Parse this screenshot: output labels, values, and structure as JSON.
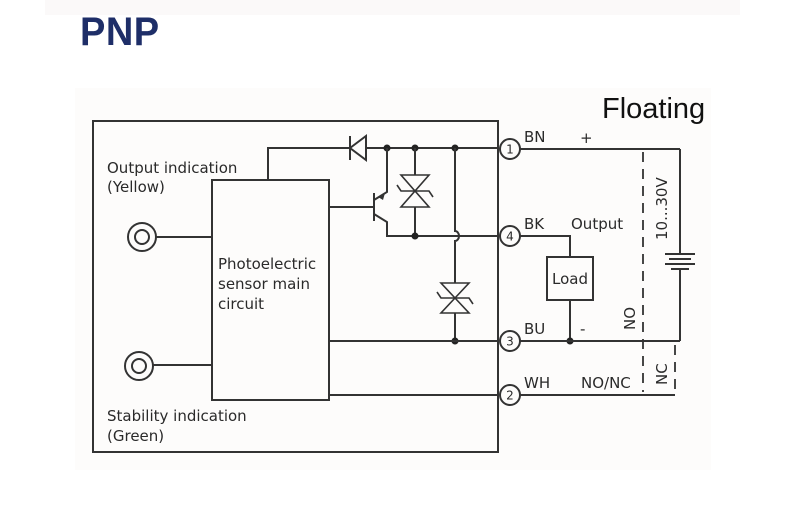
{
  "title": "PNP",
  "mode_label": "Floating",
  "sensor": {
    "main_circuit_label": [
      "Photoelectric",
      "sensor main",
      "circuit"
    ],
    "indicators": [
      {
        "label": "Output indication",
        "color_label": "(Yellow)"
      },
      {
        "label": "Stability indication",
        "color_label": "(Green)"
      }
    ]
  },
  "terminals": [
    {
      "number": "1",
      "wire": "BN",
      "note": "+"
    },
    {
      "number": "4",
      "wire": "BK",
      "note": "Output"
    },
    {
      "number": "3",
      "wire": "BU",
      "note": "-"
    },
    {
      "number": "2",
      "wire": "WH",
      "note": "NO/NC"
    }
  ],
  "load_label": "Load",
  "supply_label": "10...30V",
  "switch_labels": {
    "no": "NO",
    "nc": "NC"
  },
  "colors": {
    "title": "#1e2e68",
    "line": "#333333"
  }
}
